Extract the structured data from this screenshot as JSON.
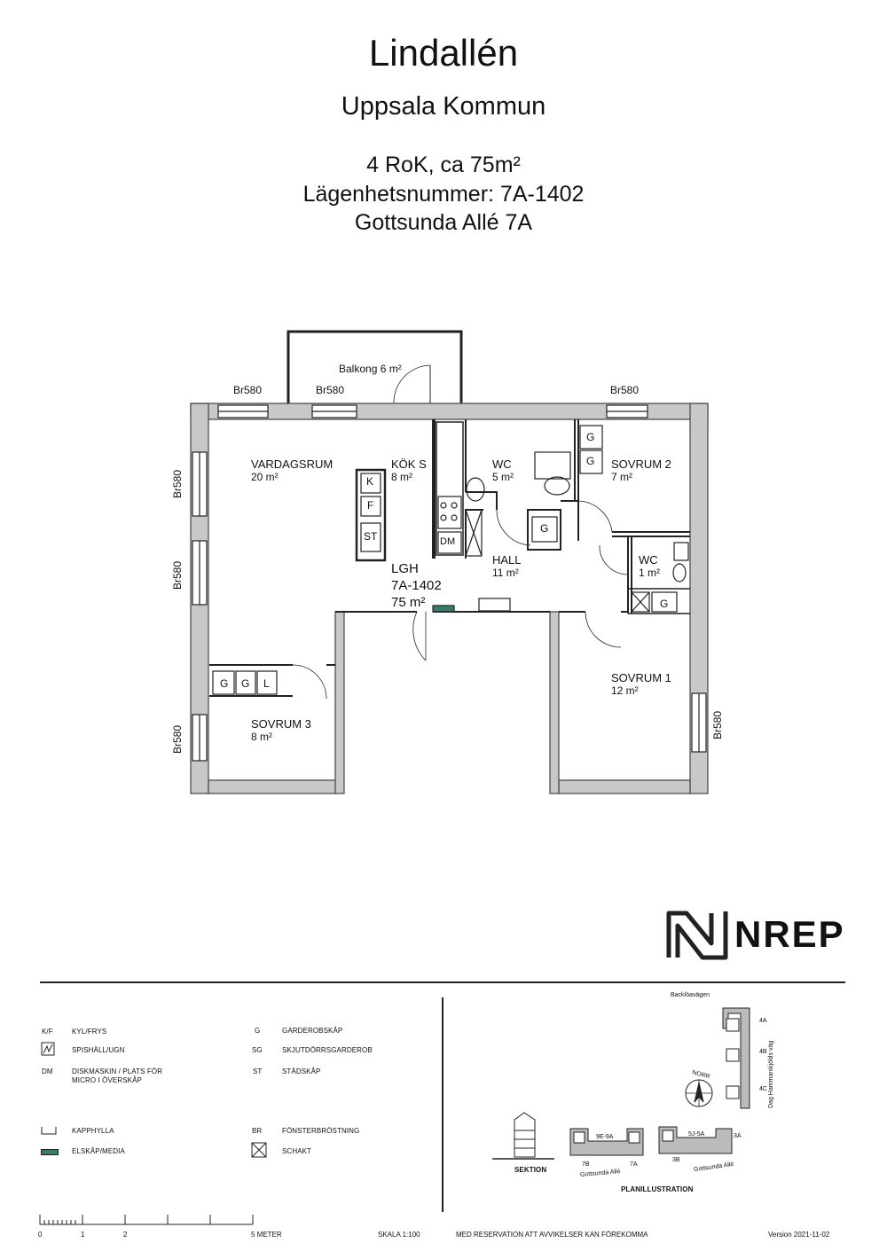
{
  "header": {
    "title": "Lindallén",
    "subtitle": "Uppsala Kommun",
    "size": "4 RoK, ca 75m²",
    "apartment_number": "Lägenhetsnummer: 7A-1402",
    "address": "Gottsunda Allé 7A"
  },
  "plan": {
    "balcony": "Balkong 6 m²",
    "windows": {
      "top_left": "Br580",
      "top_mid": "Br580",
      "top_right": "Br580",
      "left_1": "Br580",
      "left_2": "Br580",
      "left_3": "Br580",
      "right_1": "Br580"
    },
    "rooms": {
      "living_name": "VARDAGSRUM",
      "living_area": "20 m²",
      "kitchen_name": "KÖK S",
      "kitchen_area": "8 m²",
      "wc1_name": "WC",
      "wc1_area": "5 m²",
      "bed2_name": "SOVRUM 2",
      "bed2_area": "7 m²",
      "hall_name": "HALL",
      "hall_area": "11 m²",
      "wc2_name": "WC",
      "wc2_area": "1 m²",
      "bed1_name": "SOVRUM 1",
      "bed1_area": "12 m²",
      "bed3_name": "SOVRUM 3",
      "bed3_area": "8 m²"
    },
    "apartment_label": {
      "l1": "LGH",
      "l2": "7A-1402",
      "l3": "75 m²"
    },
    "fixtures": {
      "k": "K",
      "f": "F",
      "st": "ST",
      "dm": "DM",
      "g": "G",
      "l": "L"
    }
  },
  "logo": {
    "text": "NREP"
  },
  "legend": {
    "left": [
      {
        "code": "K/F",
        "text": "KYL/FRYS"
      },
      {
        "code": "",
        "text": "SPISHÄLL/UGN"
      },
      {
        "code": "DM",
        "text": "DISKMASKIN / PLATS FÖR"
      },
      {
        "code": "",
        "text": "MICRO I ÖVERSKÅP"
      },
      {
        "code": "",
        "text": "KAPPHYLLA"
      },
      {
        "code": "",
        "text": "ELSKÅP/MEDIA"
      }
    ],
    "right": [
      {
        "code": "G",
        "text": "GARDEROBSKÅP"
      },
      {
        "code": "SG",
        "text": "SKJUTDÖRRSGARDEROB"
      },
      {
        "code": "ST",
        "text": "STÄDSKÅP"
      },
      {
        "code": "BR",
        "text": "FÖNSTERBRÖSTNING"
      },
      {
        "code": "",
        "text": "SCHAKT"
      }
    ]
  },
  "site": {
    "road_top": "Backlöavägen",
    "road_right": "Dag Hammarskjölds väg",
    "north": "NORR",
    "block_4a": "4A",
    "block_4b": "4B",
    "block_4c": "4C",
    "block_9e": "9E-9A",
    "block_5j": "5J-5A",
    "block_3a": "3A",
    "block_7b": "7B",
    "block_7a": "7A",
    "block_3b": "3B",
    "road_bottom_1": "Gottsunda Allé",
    "road_bottom_2": "Gottsunda Allé",
    "section_label": "SEKTION",
    "plan_label": "PLANILLUSTRATION"
  },
  "footer": {
    "scale_0": "0",
    "scale_1": "1",
    "scale_2": "2",
    "scale_5": "5 METER",
    "scale_text": "SKALA 1:100",
    "reservation": "MED RESERVATION ATT AVVIKELSER KAN FÖREKOMMA",
    "version": "Version  2021-11-02"
  }
}
